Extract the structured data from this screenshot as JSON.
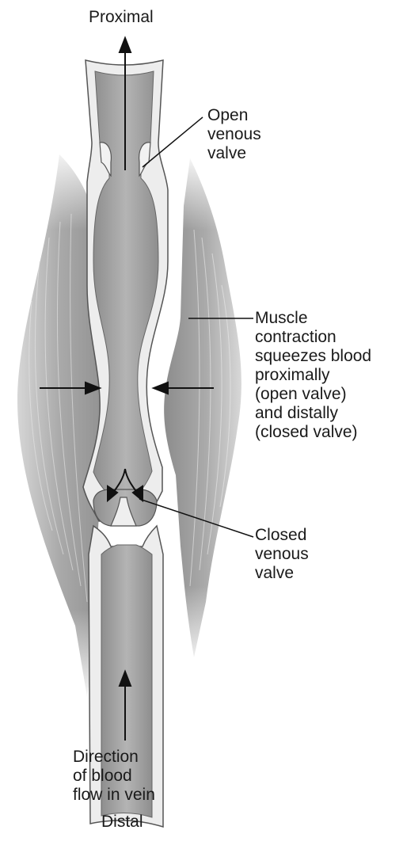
{
  "labels": {
    "proximal": "Proximal",
    "open_valve": [
      "Open",
      "venous",
      "valve"
    ],
    "muscle_contraction": [
      "Muscle",
      "contraction",
      "squeezes blood",
      "proximally",
      "(open valve)",
      "and distally",
      "(closed valve)"
    ],
    "closed_valve": [
      "Closed",
      "venous",
      "valve"
    ],
    "direction": [
      "Direction",
      "of blood",
      "flow in vein"
    ],
    "distal": "Distal"
  }
}
